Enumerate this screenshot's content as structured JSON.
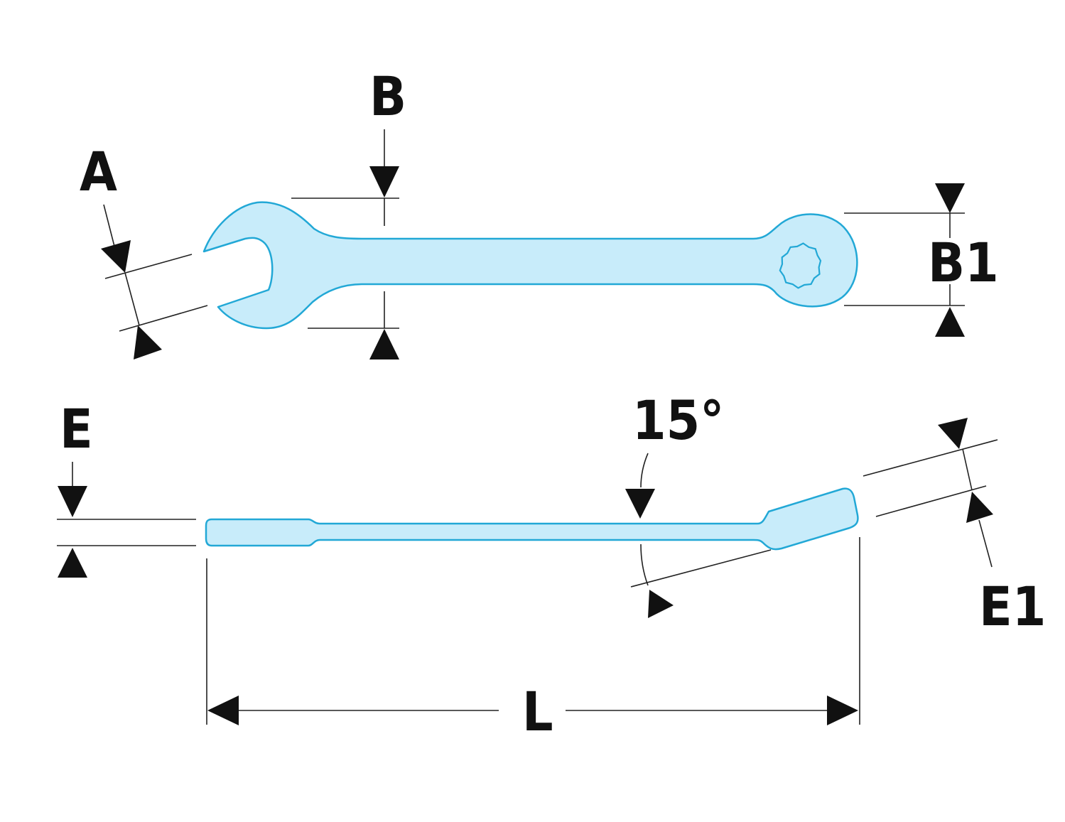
{
  "diagram": {
    "labels": {
      "A": "A",
      "B": "B",
      "B1": "B1",
      "E": "E",
      "E1": "E1",
      "angle": "15°",
      "L": "L"
    },
    "colors": {
      "wrench_fill": "#c8ecfa",
      "wrench_stroke": "#22a8d6",
      "dimension_line": "#222222",
      "arrowhead": "#111111"
    }
  }
}
